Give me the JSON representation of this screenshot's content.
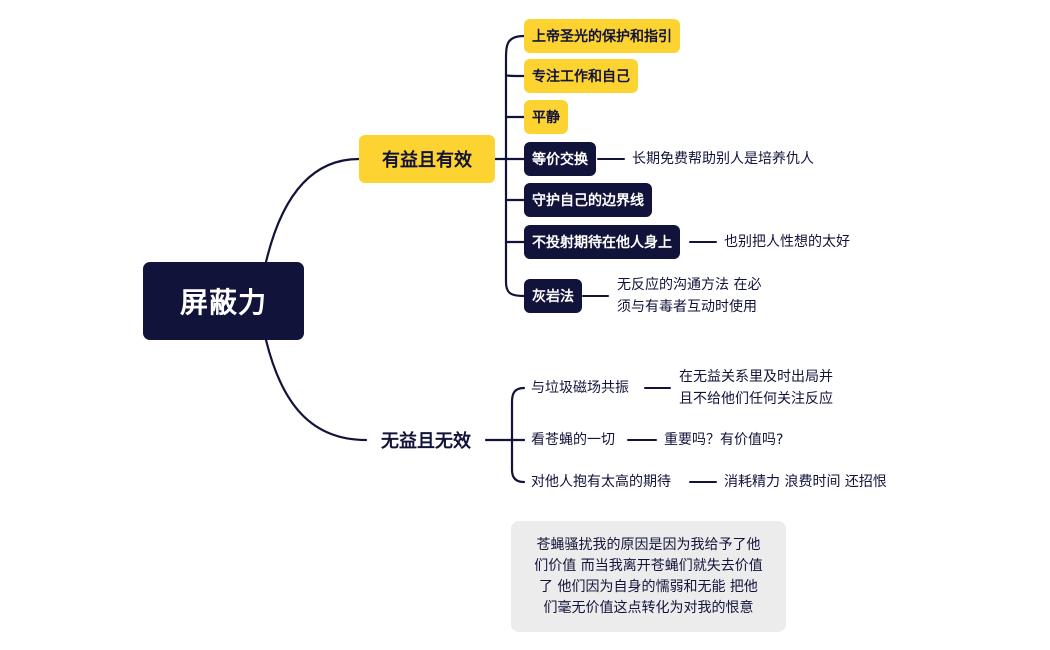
{
  "root": {
    "label": "屏蔽力"
  },
  "branch_beneficial": {
    "label": "有益且有效",
    "children": [
      {
        "label": "上帝圣光的保护和指引"
      },
      {
        "label": "专注工作和自己"
      },
      {
        "label": "平静"
      },
      {
        "label": "等价交换",
        "note": "长期免费帮助别人是培养仇人"
      },
      {
        "label": "守护自己的边界线"
      },
      {
        "label": "不投射期待在他人身上",
        "note": "也别把人性想的太好"
      },
      {
        "label": "灰岩法",
        "note_lines": [
          "无反应的沟通方法 在必",
          "须与有毒者互动时使用"
        ]
      }
    ]
  },
  "branch_useless": {
    "label": "无益且无效",
    "children": [
      {
        "label": "与垃圾磁场共振",
        "note_lines": [
          "在无益关系里及时出局并",
          "且不给他们任何关注反应"
        ]
      },
      {
        "label": "看苍蝇的一切",
        "note": "重要吗？有价值吗?"
      },
      {
        "label": "对他人抱有太高的期待",
        "note": "消耗精力 浪费时间 还招恨"
      }
    ]
  },
  "callout": {
    "lines": [
      "苍蝇骚扰我的原因是因为我给予了他",
      "们价值 而当我离开苍蝇们就失去价值",
      "了 他们因为自身的懦弱和无能 把他",
      "们毫无价值这点转化为对我的恨意"
    ]
  },
  "colors": {
    "navy": "#12133a",
    "yellow": "#fcd330",
    "callout_bg": "#ececec",
    "background": "#ffffff"
  }
}
